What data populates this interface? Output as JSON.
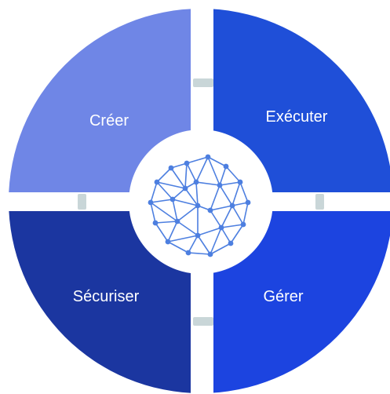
{
  "quadrants": {
    "top_left": {
      "label": "Créer",
      "color": "#6f86e6"
    },
    "top_right": {
      "label": "Exécuter",
      "color": "#1f4fd8"
    },
    "bottom_left": {
      "label": "Sécuriser",
      "color": "#1b36a0"
    },
    "bottom_right": {
      "label": "Gérer",
      "color": "#1c44e0"
    }
  },
  "colors": {
    "connector": "#c9d6d8",
    "center_circle": "#ffffff",
    "network": "#4d7fe0",
    "background": "#ffffff"
  },
  "center_icon": "network-sphere-icon"
}
